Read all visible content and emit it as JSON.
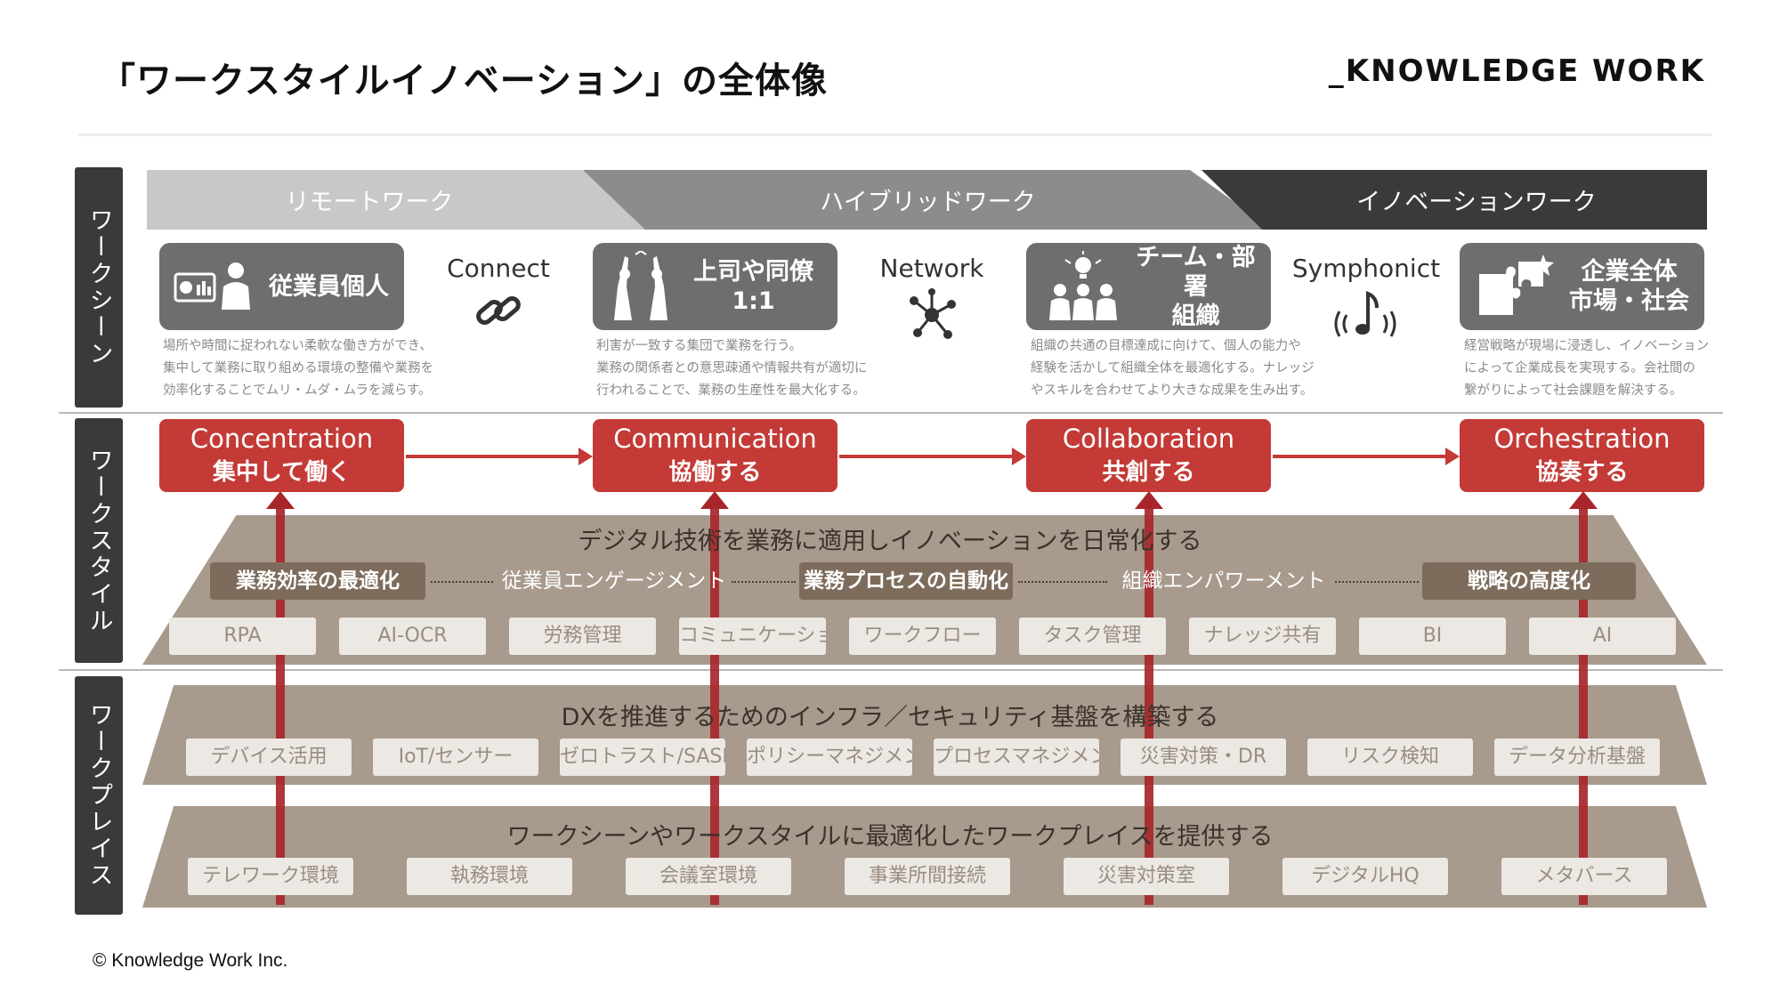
{
  "header": {
    "title": "「ワークスタイルイノベーション」の全体像",
    "brand": "_KNOWLEDGE WORK"
  },
  "side_labels": [
    "ワークシーン",
    "ワークスタイル",
    "ワークプレイス"
  ],
  "phases": [
    "リモートワーク",
    "ハイブリッドワーク",
    "イノベーションワーク"
  ],
  "scenes": [
    {
      "label": "従業員個人",
      "icon": "person-dashboard-icon",
      "desc": [
        "場所や時間に捉われない柔軟な働き方ができ、",
        "集中して業務に取り組める環境の整備や業務を",
        "効率化することでムリ・ムダ・ムラを減らす。"
      ]
    },
    {
      "label": "上司や同僚\n1:1",
      "icon": "high-five-icon",
      "desc": [
        "利害が一致する集団で業務を行う。",
        "業務の関係者との意思疎通や情報共有が適切に",
        "行われることで、業務の生産性を最大化する。"
      ]
    },
    {
      "label": "チーム・部署\n組織",
      "icon": "team-idea-icon",
      "desc": [
        "組織の共通の目標達成に向けて、個人の能力や",
        "経験を活かして組織全体を最適化する。ナレッジ",
        "やスキルを合わせてより大きな成果を生み出す。"
      ]
    },
    {
      "label": "企業全体\n市場・社会",
      "icon": "puzzle-icon",
      "desc": [
        "経営戦略が現場に浸透し、イノベーション",
        "によって企業成長を実現する。会社間の",
        "繋がりによって社会課題を解決する。"
      ]
    }
  ],
  "connectors": [
    {
      "label": "Connect",
      "icon": "link-icon"
    },
    {
      "label": "Network",
      "icon": "network-icon"
    },
    {
      "label": "Symphonict",
      "icon": "music-note-icon"
    }
  ],
  "styles": [
    {
      "en": "Concentration",
      "jp": "集中して働く"
    },
    {
      "en": "Communication",
      "jp": "協働する"
    },
    {
      "en": "Collaboration",
      "jp": "共創する"
    },
    {
      "en": "Orchestration",
      "jp": "協奏する"
    }
  ],
  "style_layer": {
    "heading": "デジタル技術を業務に適用しイノベーションを日常化する",
    "themes": [
      "業務効率の最適化",
      "業務プロセスの自動化",
      "戦略の高度化"
    ],
    "links": [
      "従業員エンゲージメント",
      "組織エンパワーメント"
    ],
    "chips": [
      "RPA",
      "AI-OCR",
      "労務管理",
      "コミュニケーション",
      "ワークフロー",
      "タスク管理",
      "ナレッジ共有",
      "BI",
      "AI"
    ]
  },
  "infra_layer": {
    "heading": "DXを推進するためのインフラ／セキュリティ基盤を構築する",
    "chips": [
      "デバイス活用",
      "IoT/センサー",
      "ゼロトラスト/SASE",
      "ポリシーマネジメント",
      "プロセスマネジメント",
      "災害対策・DR",
      "リスク検知",
      "データ分析基盤"
    ]
  },
  "place_layer": {
    "heading": "ワークシーンやワークスタイルに最適化したワークプレイスを提供する",
    "chips": [
      "テレワーク環境",
      "執務環境",
      "会議室環境",
      "事業所間接続",
      "災害対策室",
      "デジタルHQ",
      "メタバース"
    ]
  },
  "footer": {
    "copyright": "© Knowledge Work Inc."
  },
  "colors": {
    "accent_red": "#c33a36",
    "dark": "#3a3a3c",
    "mid_gray": "#6e6e70",
    "taupe": "#a89a8c",
    "theme_brown": "#7d6c5c"
  }
}
